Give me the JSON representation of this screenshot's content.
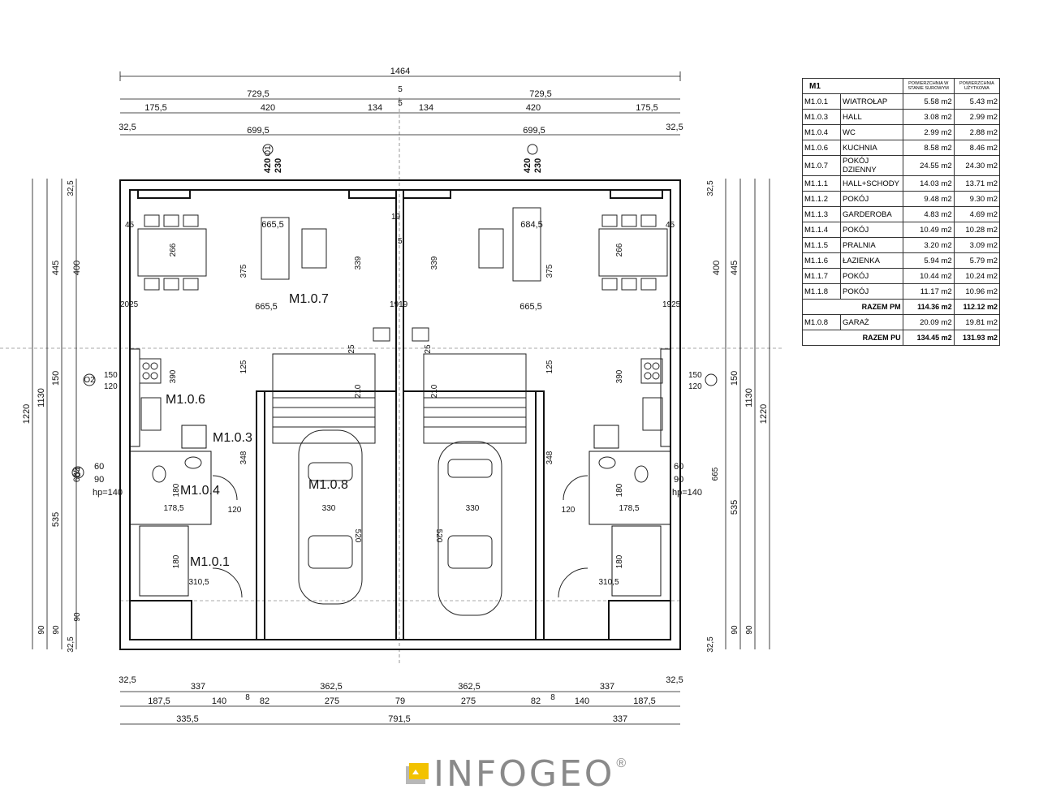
{
  "plan": {
    "rooms": {
      "m107": "M1.0.7",
      "m106": "M1.0.6",
      "m103": "M1.0.3",
      "m104": "M1.0.4",
      "m101": "M1.0.1",
      "m108": "M1.0.8"
    },
    "top_dims": {
      "total": "1464",
      "half_left": "729,5",
      "half_right": "729,5",
      "mid5a": "5",
      "row2": [
        "175,5",
        "420",
        "134",
        "134",
        "420",
        "175,5"
      ],
      "mid5b": "5",
      "edge_left": "32,5",
      "edge_right": "32,5",
      "row3_left": "699,5",
      "row3_right": "699,5"
    },
    "bottom_dims": {
      "edge_left": "32,5",
      "edge_right": "32,5",
      "row1": [
        "337",
        "362,5",
        "362,5",
        "337"
      ],
      "row2": [
        "187,5",
        "140",
        "8",
        "82",
        "275",
        "79",
        "275",
        "82",
        "8",
        "140",
        "187,5"
      ],
      "row3": [
        "335,5",
        "791,5",
        "337"
      ]
    },
    "left_dims": {
      "outer": "1220",
      "mid": "1130",
      "upper": [
        "32,5",
        "445"
      ],
      "inner": [
        "400",
        "150",
        "665",
        "535"
      ],
      "bottom": [
        "90",
        "90",
        "90",
        "32,5"
      ],
      "middle_150": "150"
    },
    "right_dims": {
      "outer": "1220",
      "mid": "1130",
      "upper": [
        "32,5",
        "445"
      ],
      "inner": [
        "400",
        "150",
        "535"
      ],
      "bottom": [
        "90",
        "90",
        "32,5"
      ],
      "middle_150": "150"
    },
    "window_tags": {
      "w1_left_a": "420",
      "w1_left_b": "230",
      "w1_right_a": "420",
      "w1_right_b": "230",
      "o1": "O1",
      "o2": "O2",
      "o4": "O4",
      "o2_150": "150",
      "o2_120": "120",
      "o4_60": "60",
      "o4_90": "90",
      "hp": "hp=140",
      "o2r_150": "150",
      "o2r_120": "120",
      "o4r_60": "60",
      "o4r_90": "90",
      "hpr": "hp=140",
      "o4r_665": "665"
    },
    "interior_dims": {
      "l_45": "45",
      "l_266": "266",
      "l_375": "375",
      "l_6655_top": "665,5",
      "l_339": "339",
      "l_19": "19",
      "l_5": "5",
      "l_2025": "2025",
      "l_6655_bot": "665,5",
      "l_1919": "1919",
      "l_390": "390",
      "l_125": "125",
      "l_25": "25",
      "l_210": "210",
      "l_348": "348",
      "l_180a": "180",
      "l_1785": "178,5",
      "l_120": "120",
      "l_330": "330",
      "l_520": "520",
      "l_180b": "180",
      "l_3105": "310,5",
      "r_45": "45",
      "r_266": "266",
      "r_375": "375",
      "r_6845": "684,5",
      "r_339": "339",
      "r_6655": "665,5",
      "r_1925": "1925",
      "r_390": "390",
      "r_125": "125",
      "r_25": "25",
      "r_210": "210",
      "r_348": "348",
      "r_180a": "180",
      "r_1785": "178,5",
      "r_120": "120",
      "r_330": "330",
      "r_520": "520",
      "r_180b": "180",
      "r_3105": "310,5"
    }
  },
  "schedule": {
    "title": "M1",
    "col1": "POWIERZCHNIA W STANIE SUROWYM",
    "col2": "POWIERZCHNIA UŻYTKOWA",
    "rows": [
      {
        "id": "M1.0.1",
        "name": "WIATROŁAP",
        "raw": "5.58 m2",
        "usable": "5.43 m2"
      },
      {
        "id": "M1.0.3",
        "name": "HALL",
        "raw": "3.08 m2",
        "usable": "2.99 m2"
      },
      {
        "id": "M1.0.4",
        "name": "WC",
        "raw": "2.99 m2",
        "usable": "2.88 m2"
      },
      {
        "id": "M1.0.6",
        "name": "KUCHNIA",
        "raw": "8.58 m2",
        "usable": "8.46 m2"
      },
      {
        "id": "M1.0.7",
        "name": "POKÓJ DZIENNY",
        "raw": "24.55 m2",
        "usable": "24.30 m2"
      },
      {
        "id": "M1.1.1",
        "name": "HALL+SCHODY",
        "raw": "14.03 m2",
        "usable": "13.71 m2"
      },
      {
        "id": "M1.1.2",
        "name": "POKÓJ",
        "raw": "9.48 m2",
        "usable": "9.30 m2"
      },
      {
        "id": "M1.1.3",
        "name": "GARDEROBA",
        "raw": "4.83 m2",
        "usable": "4.69 m2"
      },
      {
        "id": "M1.1.4",
        "name": "POKÓJ",
        "raw": "10.49 m2",
        "usable": "10.28 m2"
      },
      {
        "id": "M1.1.5",
        "name": "PRALNIA",
        "raw": "3.20 m2",
        "usable": "3.09 m2"
      },
      {
        "id": "M1.1.6",
        "name": "ŁAZIENKA",
        "raw": "5.94 m2",
        "usable": "5.79 m2"
      },
      {
        "id": "M1.1.7",
        "name": "POKÓJ",
        "raw": "10.44 m2",
        "usable": "10.24 m2"
      },
      {
        "id": "M1.1.8",
        "name": "POKÓJ",
        "raw": "11.17 m2",
        "usable": "10.96 m2"
      }
    ],
    "total_pm": {
      "label": "RAZEM PM",
      "raw": "114.36 m2",
      "usable": "112.12 m2"
    },
    "garage": {
      "id": "M1.0.8",
      "name": "GARAŻ",
      "raw": "20.09 m2",
      "usable": "19.81 m2"
    },
    "total_pu": {
      "label": "RAZEM PU",
      "raw": "134.45 m2",
      "usable": "131.93 m2"
    }
  },
  "logo": {
    "text": "INFOGEO",
    "reg": "®"
  }
}
